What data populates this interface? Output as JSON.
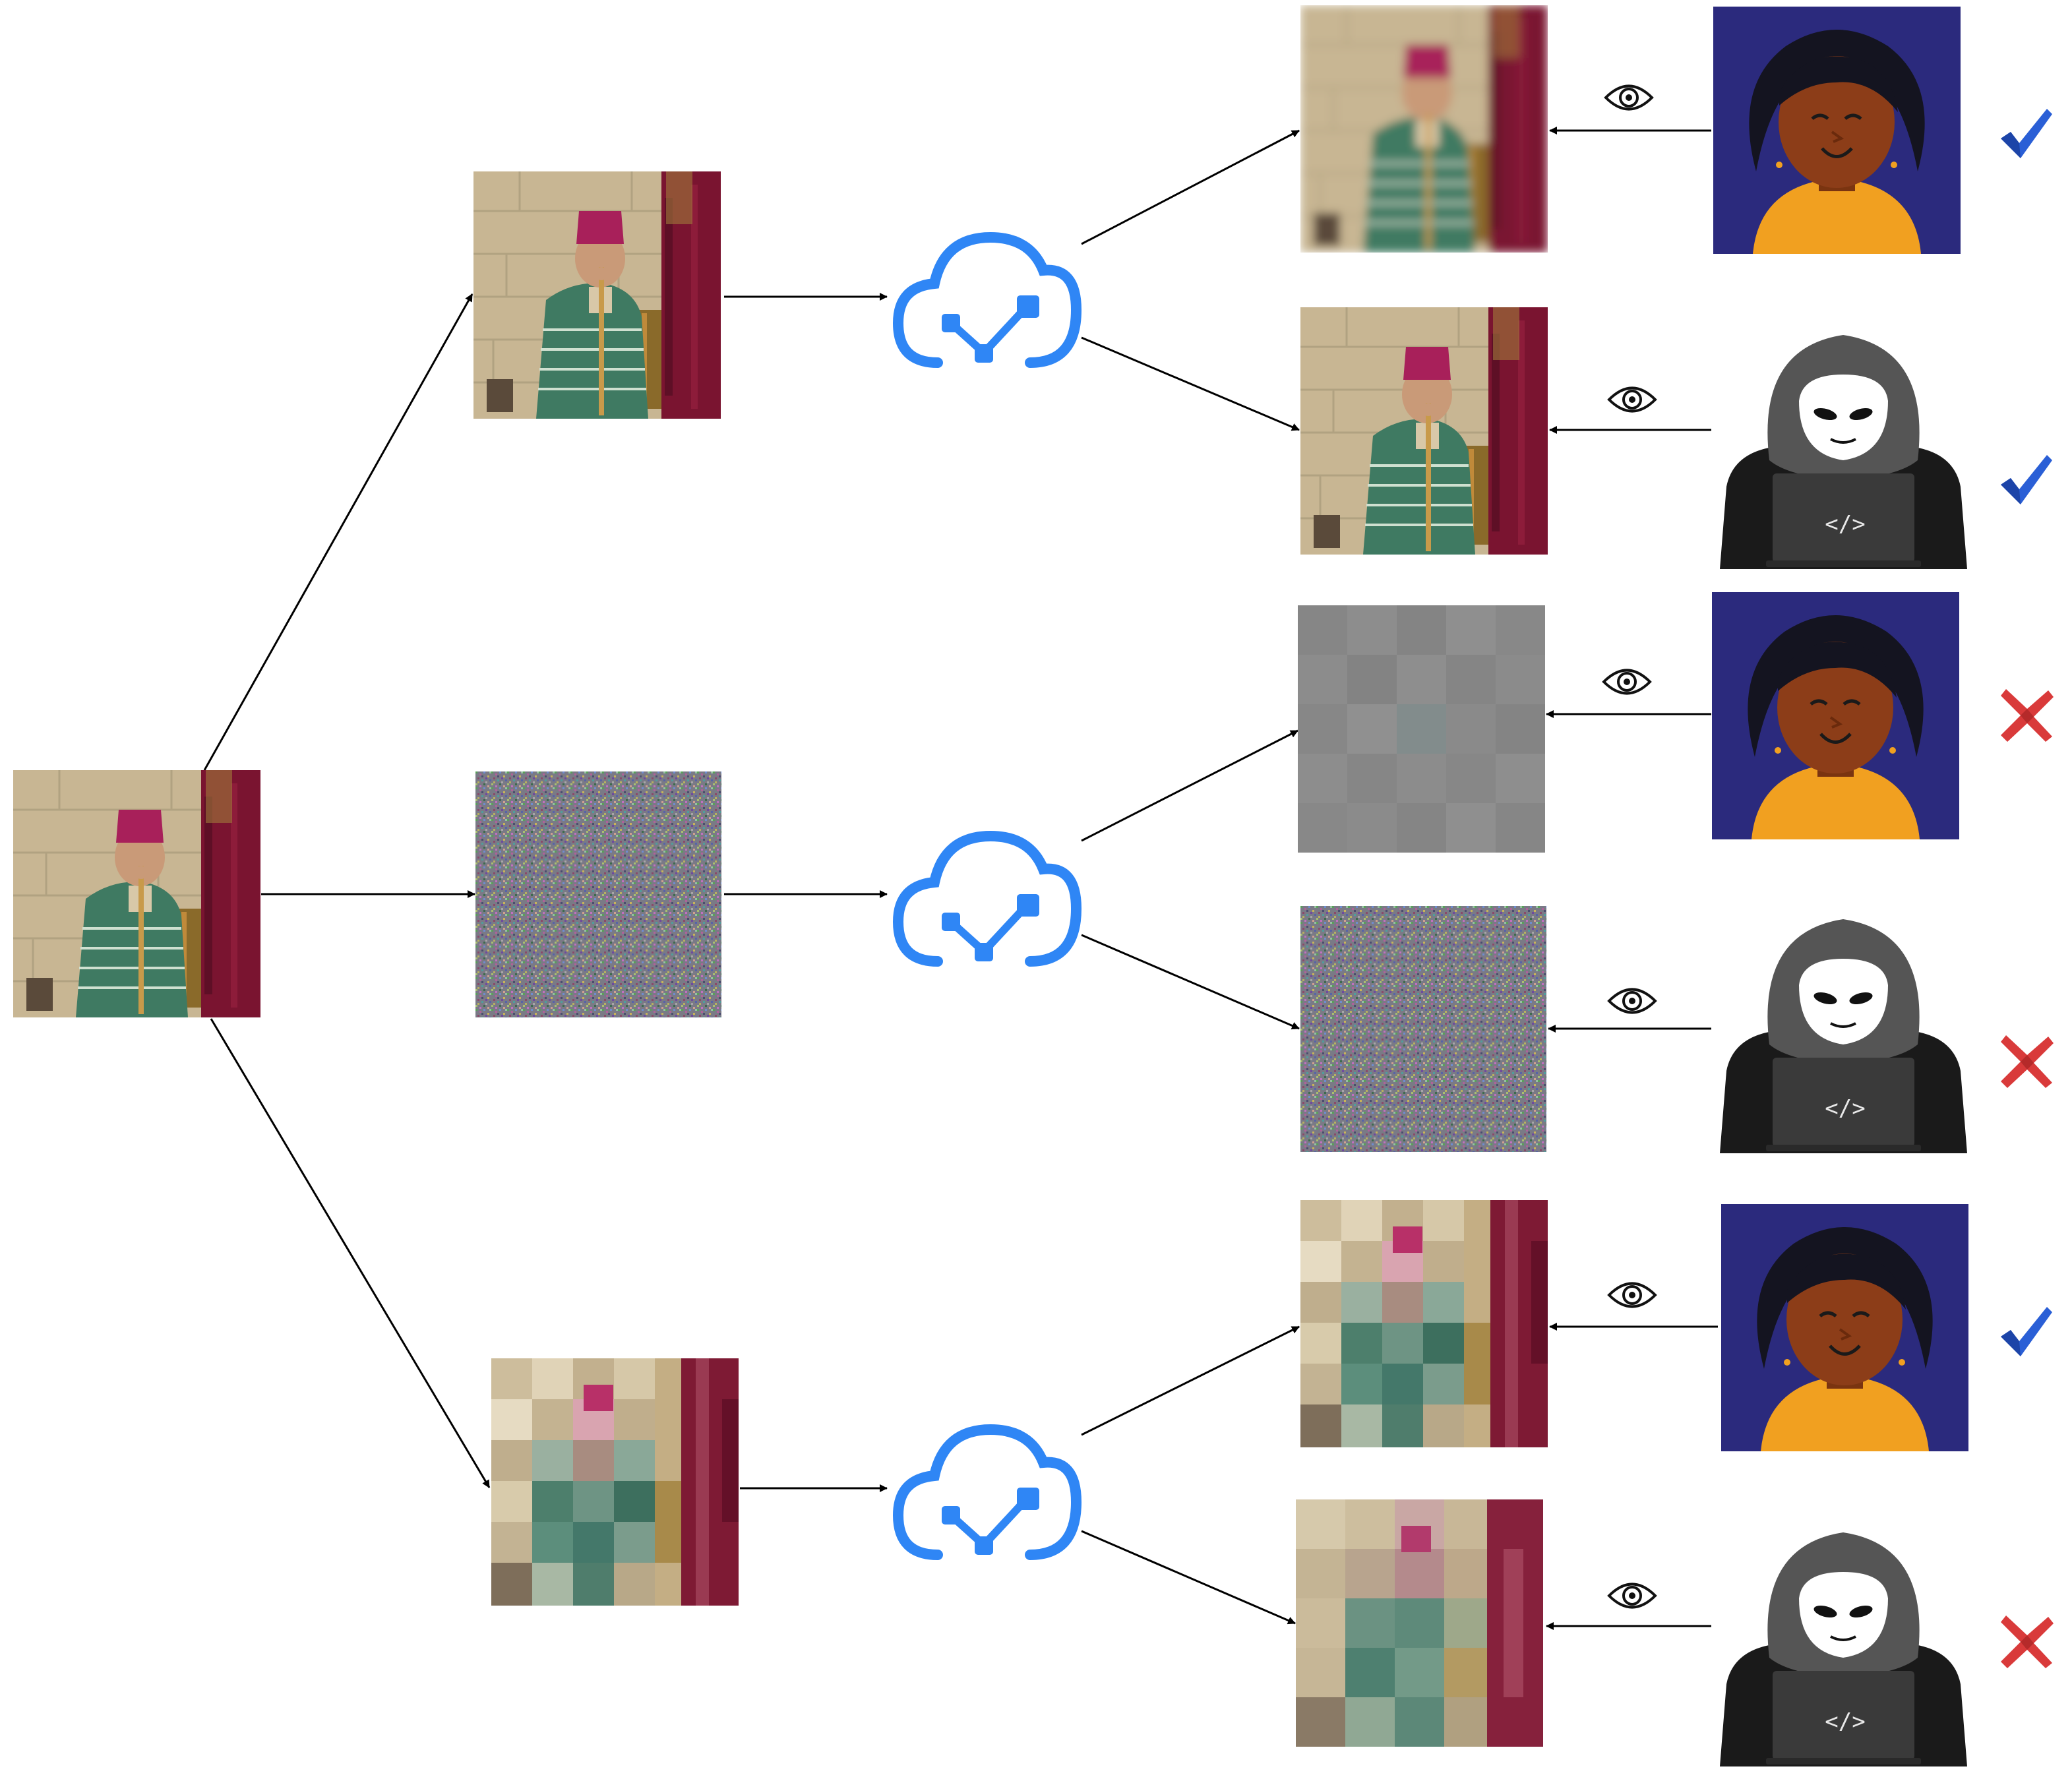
{
  "diagram": {
    "source": {
      "subject": "man-with-fez-playing-flute"
    },
    "branches": [
      {
        "method": "original",
        "input_view": "clear",
        "receivers": [
          {
            "role": "legitimate-user",
            "icon": "woman-avatar-icon",
            "view": "blurred",
            "outcome": "check",
            "outcome_icon": "check-mark-icon"
          },
          {
            "role": "attacker",
            "icon": "hacker-icon",
            "view": "clear",
            "outcome": "check",
            "outcome_icon": "check-mark-icon"
          }
        ]
      },
      {
        "method": "noise-encryption",
        "input_view": "noise",
        "receivers": [
          {
            "role": "legitimate-user",
            "icon": "woman-avatar-icon",
            "view": "gray-blocks",
            "outcome": "cross",
            "outcome_icon": "cross-mark-icon"
          },
          {
            "role": "attacker",
            "icon": "hacker-icon",
            "view": "noise",
            "outcome": "cross",
            "outcome_icon": "cross-mark-icon"
          }
        ]
      },
      {
        "method": "pixelation",
        "input_view": "pixelated",
        "receivers": [
          {
            "role": "legitimate-user",
            "icon": "woman-avatar-icon",
            "view": "pixelated",
            "outcome": "check",
            "outcome_icon": "check-mark-icon"
          },
          {
            "role": "attacker",
            "icon": "hacker-icon",
            "view": "pixelated-coarse",
            "outcome": "cross",
            "outcome_icon": "cross-mark-icon"
          }
        ]
      }
    ],
    "icons": {
      "cloud": "cloud-share-icon",
      "eye": "eye-icon"
    },
    "colors": {
      "cloud": "#2f86f5",
      "check": "#2a5fd6",
      "cross": "#d93a3a",
      "avatar_bg": "#2b2a7d",
      "avatar_shirt": "#f1a020",
      "avatar_skin": "#8c3d18",
      "hacker_body": "#1a1a1a",
      "hacker_hood": "#555555",
      "wall": "#c8b693",
      "curtain": "#7a1430",
      "fez": "#a8205a",
      "sweater": "#3f7a62"
    },
    "laptop_text": "</>"
  }
}
